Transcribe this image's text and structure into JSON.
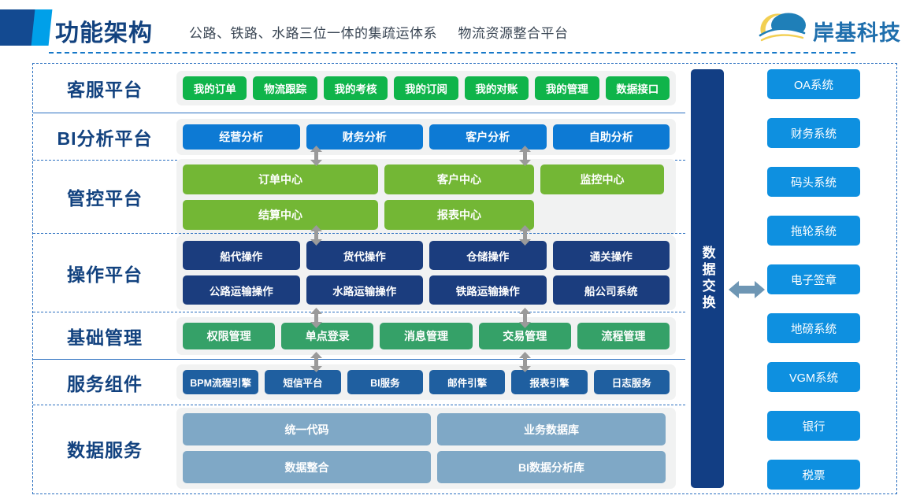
{
  "header": {
    "title": "功能架构",
    "subtitle_1": "公路、铁路、水路三位一体的集疏运体系",
    "subtitle_2": "物流资源整合平台",
    "logo_text": "岸基科技",
    "logo_icon": "wave-swoosh-logo-icon"
  },
  "colors": {
    "brand_navy": "#12427f",
    "brand_cyan": "#00a0e9",
    "green": "#0fb44a",
    "blue": "#0d7ad4",
    "olive": "#73b735",
    "navy": "#1b3d7e",
    "teal": "#35a168",
    "steel": "#1f5fa0",
    "slate": "#7fa8c6",
    "azure": "#0e90e0",
    "panel_bg": "#f1f2f2",
    "arrow_gray": "#9a9a9a"
  },
  "rows": [
    {
      "label": "客服平台",
      "key": "kefu",
      "groups": [
        [
          "我的订单",
          "物流跟踪",
          "我的考核",
          "我的订阅",
          "我的对账",
          "我的管理",
          "数据接口"
        ]
      ]
    },
    {
      "label": "BI分析平台",
      "key": "bi",
      "groups": [
        [
          "经营分析",
          "财务分析",
          "客户分析",
          "自助分析"
        ]
      ]
    },
    {
      "label": "管控平台",
      "key": "gk",
      "groups": [
        [
          "订单中心",
          "客户中心",
          "监控中心"
        ],
        [
          "结算中心",
          "报表中心"
        ]
      ]
    },
    {
      "label": "操作平台",
      "key": "cz",
      "groups": [
        [
          "船代操作",
          "货代操作",
          "仓储操作",
          "通关操作"
        ],
        [
          "公路运输操作",
          "水路运输操作",
          "铁路运输操作",
          "船公司系统"
        ]
      ]
    },
    {
      "label": "基础管理",
      "key": "jc",
      "groups": [
        [
          "权限管理",
          "单点登录",
          "消息管理",
          "交易管理",
          "流程管理"
        ]
      ]
    },
    {
      "label": "服务组件",
      "key": "fw",
      "groups": [
        [
          "BPM流程引擎",
          "短信平台",
          "BI服务",
          "邮件引擎",
          "报表引擎",
          "日志服务"
        ]
      ]
    },
    {
      "label": "数据服务",
      "key": "sj",
      "groups": [
        [
          "统一代码",
          "业务数据库"
        ],
        [
          "数据整合",
          "BI数据分析库"
        ]
      ]
    }
  ],
  "data_exchange": {
    "label": "数据交换",
    "arrow_icon": "double-headed-horizontal-arrow-icon"
  },
  "external_systems": [
    "OA系统",
    "财务系统",
    "码头系统",
    "拖轮系统",
    "电子签章",
    "地磅系统",
    "VGM系统",
    "银行",
    "税票"
  ]
}
